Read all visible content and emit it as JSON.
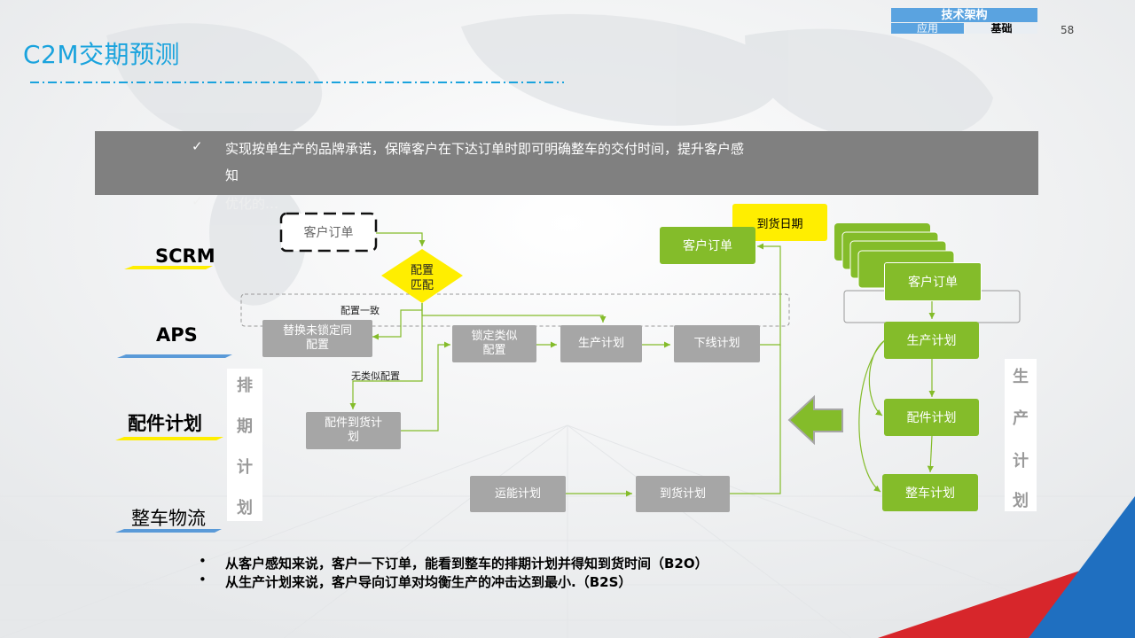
{
  "header": {
    "title": "C2M交期预测",
    "tech_header": "技术架构",
    "tech_apply": "应用",
    "tech_base": "基础",
    "page_number": "58"
  },
  "banner": {
    "check_mark": "✓",
    "line1": "实现按单生产的品牌承诺，保障客户在下达订单时即可明确整车的交付时间，提升客户感",
    "line1_cont": "知",
    "line2_partial": "优化的…"
  },
  "lanes": {
    "scrm": "SCRM",
    "aps": "APS",
    "parts": "配件计划",
    "logistics": "整车物流"
  },
  "left_flow": {
    "customer_order": "客户订单",
    "config_match_1": "配置",
    "config_match_2": "匹配",
    "config_consistent": "配置一致",
    "replace_unlocked_1": "替换未锁定同",
    "replace_unlocked_2": "配置",
    "no_similar": "无类似配置",
    "lock_similar_1": "锁定类似",
    "lock_similar_2": "配置",
    "production_plan": "生产计划",
    "offline_plan": "下线计划",
    "parts_arrival_1": "配件到货计",
    "parts_arrival_2": "划",
    "capacity_plan": "运能计划",
    "arrival_plan": "到货计划",
    "arrival_date": "到货日期",
    "green_customer_order": "客户订单"
  },
  "schedule_label": [
    "排",
    "期",
    "计",
    "划"
  ],
  "right_flow": {
    "customer_order": "客户订单",
    "production_plan": "生产计划",
    "parts_plan": "配件计划",
    "vehicle_plan": "整车计划"
  },
  "production_label": [
    "生",
    "产",
    "计",
    "划"
  ],
  "bullets": {
    "marker": "•",
    "b1": "从客户感知来说，客户一下订单，能看到整车的排期计划并得知到货时间（B2O）",
    "b2": "从生产计划来说，客户导向订单对均衡生产的冲击达到最小.（B2S）"
  },
  "colors": {
    "accent_blue": "#1aa3dd",
    "green": "#84bc2a",
    "gray_box": "#a6a6a6",
    "yellow": "#ffee00",
    "red_corner": "#d7262b",
    "blue_corner": "#1f6fc0"
  }
}
